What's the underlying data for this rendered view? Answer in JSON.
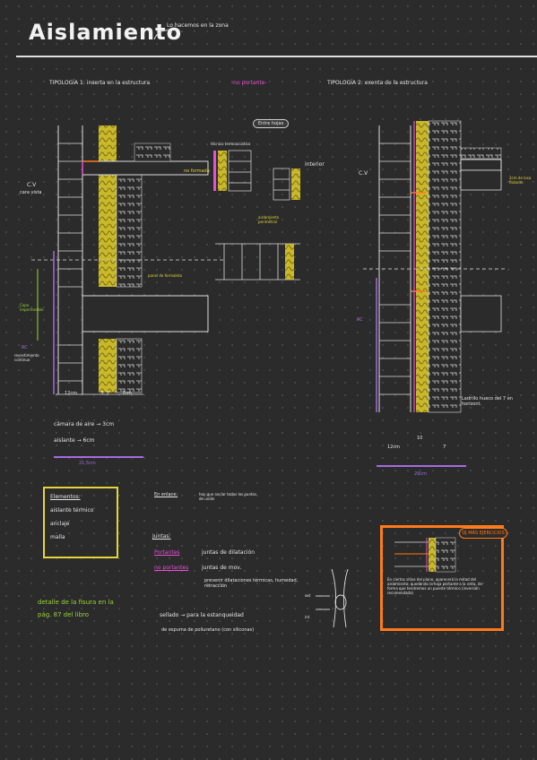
{
  "header": {
    "title": "Aislamiento",
    "note": "Lo hacemos en la zona \"E\""
  },
  "tipologia1": {
    "label": "TIPOLOGÍA 1: inserta en la estructura",
    "no_portante": "-no portante-",
    "entre_hojas": "Entre hojas",
    "interior": "interior",
    "cv": "C.V",
    "cara_vista": "cara vista",
    "capa_impermeable": "Capa impermeable",
    "rc": "RC",
    "revestimiento": "revestimiento continuo",
    "dims": [
      "12cm",
      "3, 5",
      "7cm"
    ],
    "camara": "cámara de aire → 3cm",
    "aislante": "aislante → 6cm",
    "total": "21,5cm",
    "no_formada": "no formada",
    "panel_formaleta": "panel de formaleta",
    "tecnico": "técnico termoacústico",
    "aislamiento_perimetral": "aislamiento perimetral"
  },
  "tipologia2": {
    "label": "TIPOLOGÍA 2: exenta de la estructura",
    "cv": "C.V",
    "rc": "RC",
    "ladrillo": "Ladrillo hueco del 7 en horizont.",
    "dims": [
      "10",
      "12cm",
      "7"
    ],
    "total": "29cm",
    "forjado": "2cm de losa flotante"
  },
  "elementos": {
    "title": "Elementos:",
    "items": [
      "aislante térmico",
      "anclaje",
      "malla"
    ]
  },
  "detalle": "detalle de la fisura en la pág. 87 del libro",
  "enlace": {
    "label": "En enlace:",
    "text": "hay que anclar todos los puntos de unión"
  },
  "juntas": {
    "title": "Juntas:",
    "portantes_label": "Portantes",
    "portantes": "juntas de dilatación",
    "no_portantes_label": "no portantes",
    "no_portantes": "juntas de mov.",
    "prevenir": "prevenir dilataciones térmicas, humedad, retracción",
    "sellado": "sellado → para la estanqueidad",
    "cordon": "de espuma de poliuretano (con siliconas)",
    "ext": "ext",
    "int": "int"
  },
  "ejercicio": {
    "badge": "OJ MÁS EJERCICIOS",
    "text": "En ciertos sitios del plano, aparecerá la mitad del aislamiento, quedando la hoja portante a la vista, de forma que tendremos un puente térmico (inversión recomendada)"
  },
  "colors": {
    "background": "#2b2b2b",
    "insulation": "#e6d43a",
    "pink": "#e84fd6",
    "purple": "#a36be0",
    "orange": "#ff7a1a",
    "green": "#9bd33a"
  }
}
